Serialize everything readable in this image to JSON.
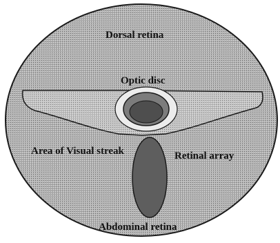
{
  "diagram": {
    "labels": {
      "top": "Dorsal retina",
      "optic": "Optic disc",
      "streak": "Area of  Visual streak",
      "array": "Retinal array",
      "bottom": "Abdominal retina"
    },
    "colors": {
      "retina_fill": "#a9a9a9",
      "streak_band": "#b9b9b9",
      "disc_outer": "#7c7c7c",
      "disc_inner": "#4e4e4e",
      "vertical_ellipse": "#5e5e5e",
      "outline": "#1a1a1a"
    }
  }
}
